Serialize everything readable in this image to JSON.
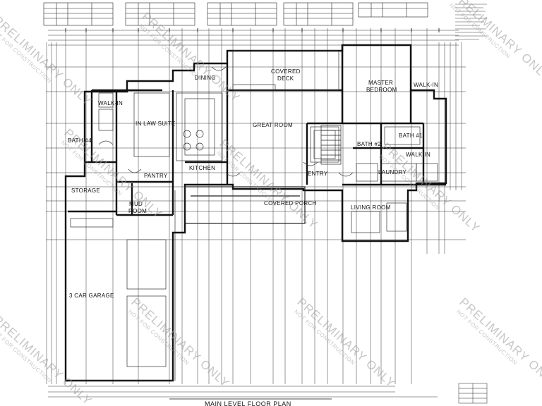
{
  "plan": {
    "title": "MAIN LEVEL FLOOR PLAN",
    "rooms": [
      {
        "key": "dining",
        "label": "DINING"
      },
      {
        "key": "covered_deck_1",
        "label": "COVERED"
      },
      {
        "key": "covered_deck_2",
        "label": "DECK"
      },
      {
        "key": "master_1",
        "label": "MASTER"
      },
      {
        "key": "master_2",
        "label": "BEDROOM"
      },
      {
        "key": "walkin_1",
        "label": "WALK-IN"
      },
      {
        "key": "walkin_left",
        "label": "WALK-IN"
      },
      {
        "key": "in_law",
        "label": "IN LAW SUITE"
      },
      {
        "key": "great_room",
        "label": "GREAT ROOM"
      },
      {
        "key": "bath4",
        "label": "BATH #4"
      },
      {
        "key": "bath1",
        "label": "BATH #1"
      },
      {
        "key": "bath2",
        "label": "BATH #2"
      },
      {
        "key": "walkin_2",
        "label": "WALK-IN"
      },
      {
        "key": "pantry",
        "label": "PANTRY"
      },
      {
        "key": "kitchen",
        "label": "KITCHEN"
      },
      {
        "key": "entry",
        "label": "ENTRY"
      },
      {
        "key": "laundry",
        "label": "LAUNDRY"
      },
      {
        "key": "storage",
        "label": "STORAGE"
      },
      {
        "key": "mud_1",
        "label": "MUD"
      },
      {
        "key": "mud_2",
        "label": "ROOM"
      },
      {
        "key": "covered_porch",
        "label": "COVERED PORCH"
      },
      {
        "key": "living_room",
        "label": "LIVING ROOM"
      },
      {
        "key": "garage",
        "label": "3 CAR GARAGE"
      }
    ],
    "watermarks": [
      {
        "big": "PRELIMINARY ONLY",
        "small": "NOT FOR CONSTRUCTION"
      },
      {
        "big": "PRELIMINARY ONLY",
        "small": "NOT FOR CONSTRUCTION"
      },
      {
        "big": "PRELIMINARY ONLY",
        "small": "NOT FOR CONSTRUCTION"
      },
      {
        "big": "PRELIMINARY ONLY",
        "small": "NOT FOR CONSTRUCTION"
      },
      {
        "big": "PRELIMINARY ONLY",
        "small": "NOT FOR CONSTRUCTION"
      },
      {
        "big": "PRELIMINARY ONLY",
        "small": "NOT FOR CONSTRUCTION"
      },
      {
        "big": "PRELIMINARY ONLY",
        "small": "NOT FOR CONSTRUCTION"
      },
      {
        "big": "PRELIMINARY ONLY",
        "small": "NOT FOR CONSTRUCTION"
      }
    ],
    "colors": {
      "line": "#111111",
      "watermark": "#9a9a9a",
      "background": "#ffffff"
    }
  }
}
